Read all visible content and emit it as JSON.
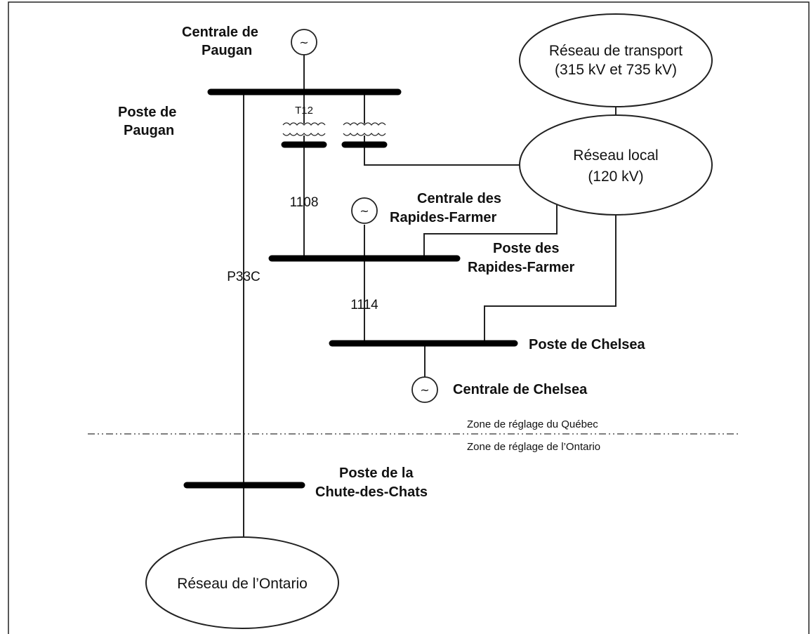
{
  "generator_symbol": "~",
  "plants": {
    "paugan": {
      "line1": "Centrale de",
      "line2": "Paugan"
    },
    "rapides_farmer": {
      "line1": "Centrale des",
      "line2": "Rapides-Farmer"
    },
    "chelsea": {
      "label": "Centrale de Chelsea"
    }
  },
  "substations": {
    "paugan": {
      "line1": "Poste de",
      "line2": "Paugan"
    },
    "rapides_farmer": {
      "line1": "Poste des",
      "line2": "Rapides-Farmer"
    },
    "chelsea": {
      "label": "Poste de Chelsea"
    },
    "chute_des_chats": {
      "line1": "Poste de la",
      "line2": "Chute-des-Chats"
    }
  },
  "transformer": {
    "label": "T12"
  },
  "lines": {
    "l1108": "1108",
    "l1114": "1114",
    "p33c": "P33C"
  },
  "networks": {
    "transport": {
      "line1": "Réseau de transport",
      "line2": "(315 kV et 735 kV)"
    },
    "local": {
      "line1": "Réseau local",
      "line2": "(120 kV)"
    },
    "ontario": {
      "label": "Réseau de l’Ontario"
    }
  },
  "zones": {
    "quebec": "Zone de réglage du Québec",
    "ontario": "Zone de réglage de l’Ontario"
  }
}
